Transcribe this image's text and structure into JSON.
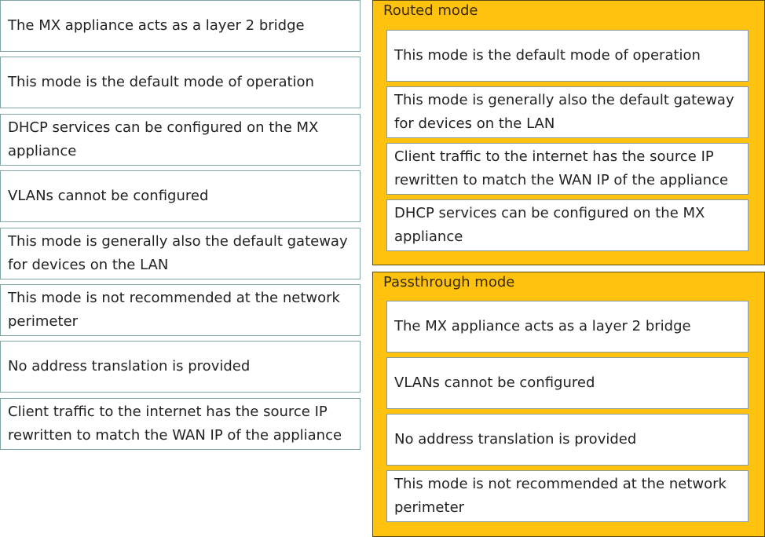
{
  "options": [
    "The MX appliance acts as a layer 2 bridge",
    "This mode is the default mode of operation",
    "DHCP services can be configured on the MX appliance",
    "VLANs cannot be configured",
    "This mode is generally also the default gateway for devices on the LAN",
    "This mode is not recommended at the network perimeter",
    "No address translation is provided",
    "Client traffic to the internet has the source IP rewritten to match the WAN IP of the appliance"
  ],
  "routed": {
    "title": "Routed mode",
    "items": [
      "This mode is the default mode of operation",
      "This mode is generally also the default gateway for devices on the LAN",
      "Client traffic to the internet has the source IP rewritten to match the WAN IP of the appliance",
      "DHCP services can be configured on the MX appliance"
    ]
  },
  "passthrough": {
    "title": "Passthrough mode",
    "items": [
      "The MX appliance acts as a layer 2 bridge",
      "VLANs cannot be configured",
      "No address translation is provided",
      "This mode is not recommended at the network perimeter"
    ]
  }
}
